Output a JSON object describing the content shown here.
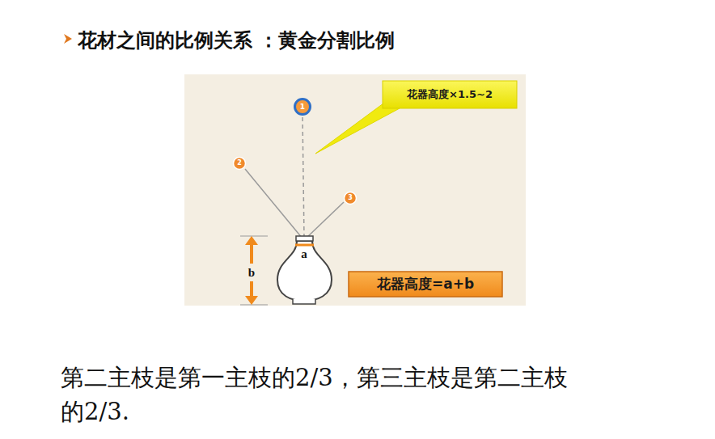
{
  "diagram": {
    "title": "花材之间的比例关系 ：黄金分割比例",
    "caption": "第二主枝是第一主枝的2/3，第三主枝是第二主枝的2/3.",
    "nodes": [
      {
        "text": [
          "1"
        ]
      },
      {
        "text": [
          "2"
        ]
      },
      {
        "text": [
          "3"
        ]
      },
      {
        "text": [
          "花器高度×1.5~2"
        ]
      },
      {
        "text": [
          "花器高度=a+b"
        ]
      }
    ],
    "labels": [
      "a",
      "b"
    ]
  }
}
